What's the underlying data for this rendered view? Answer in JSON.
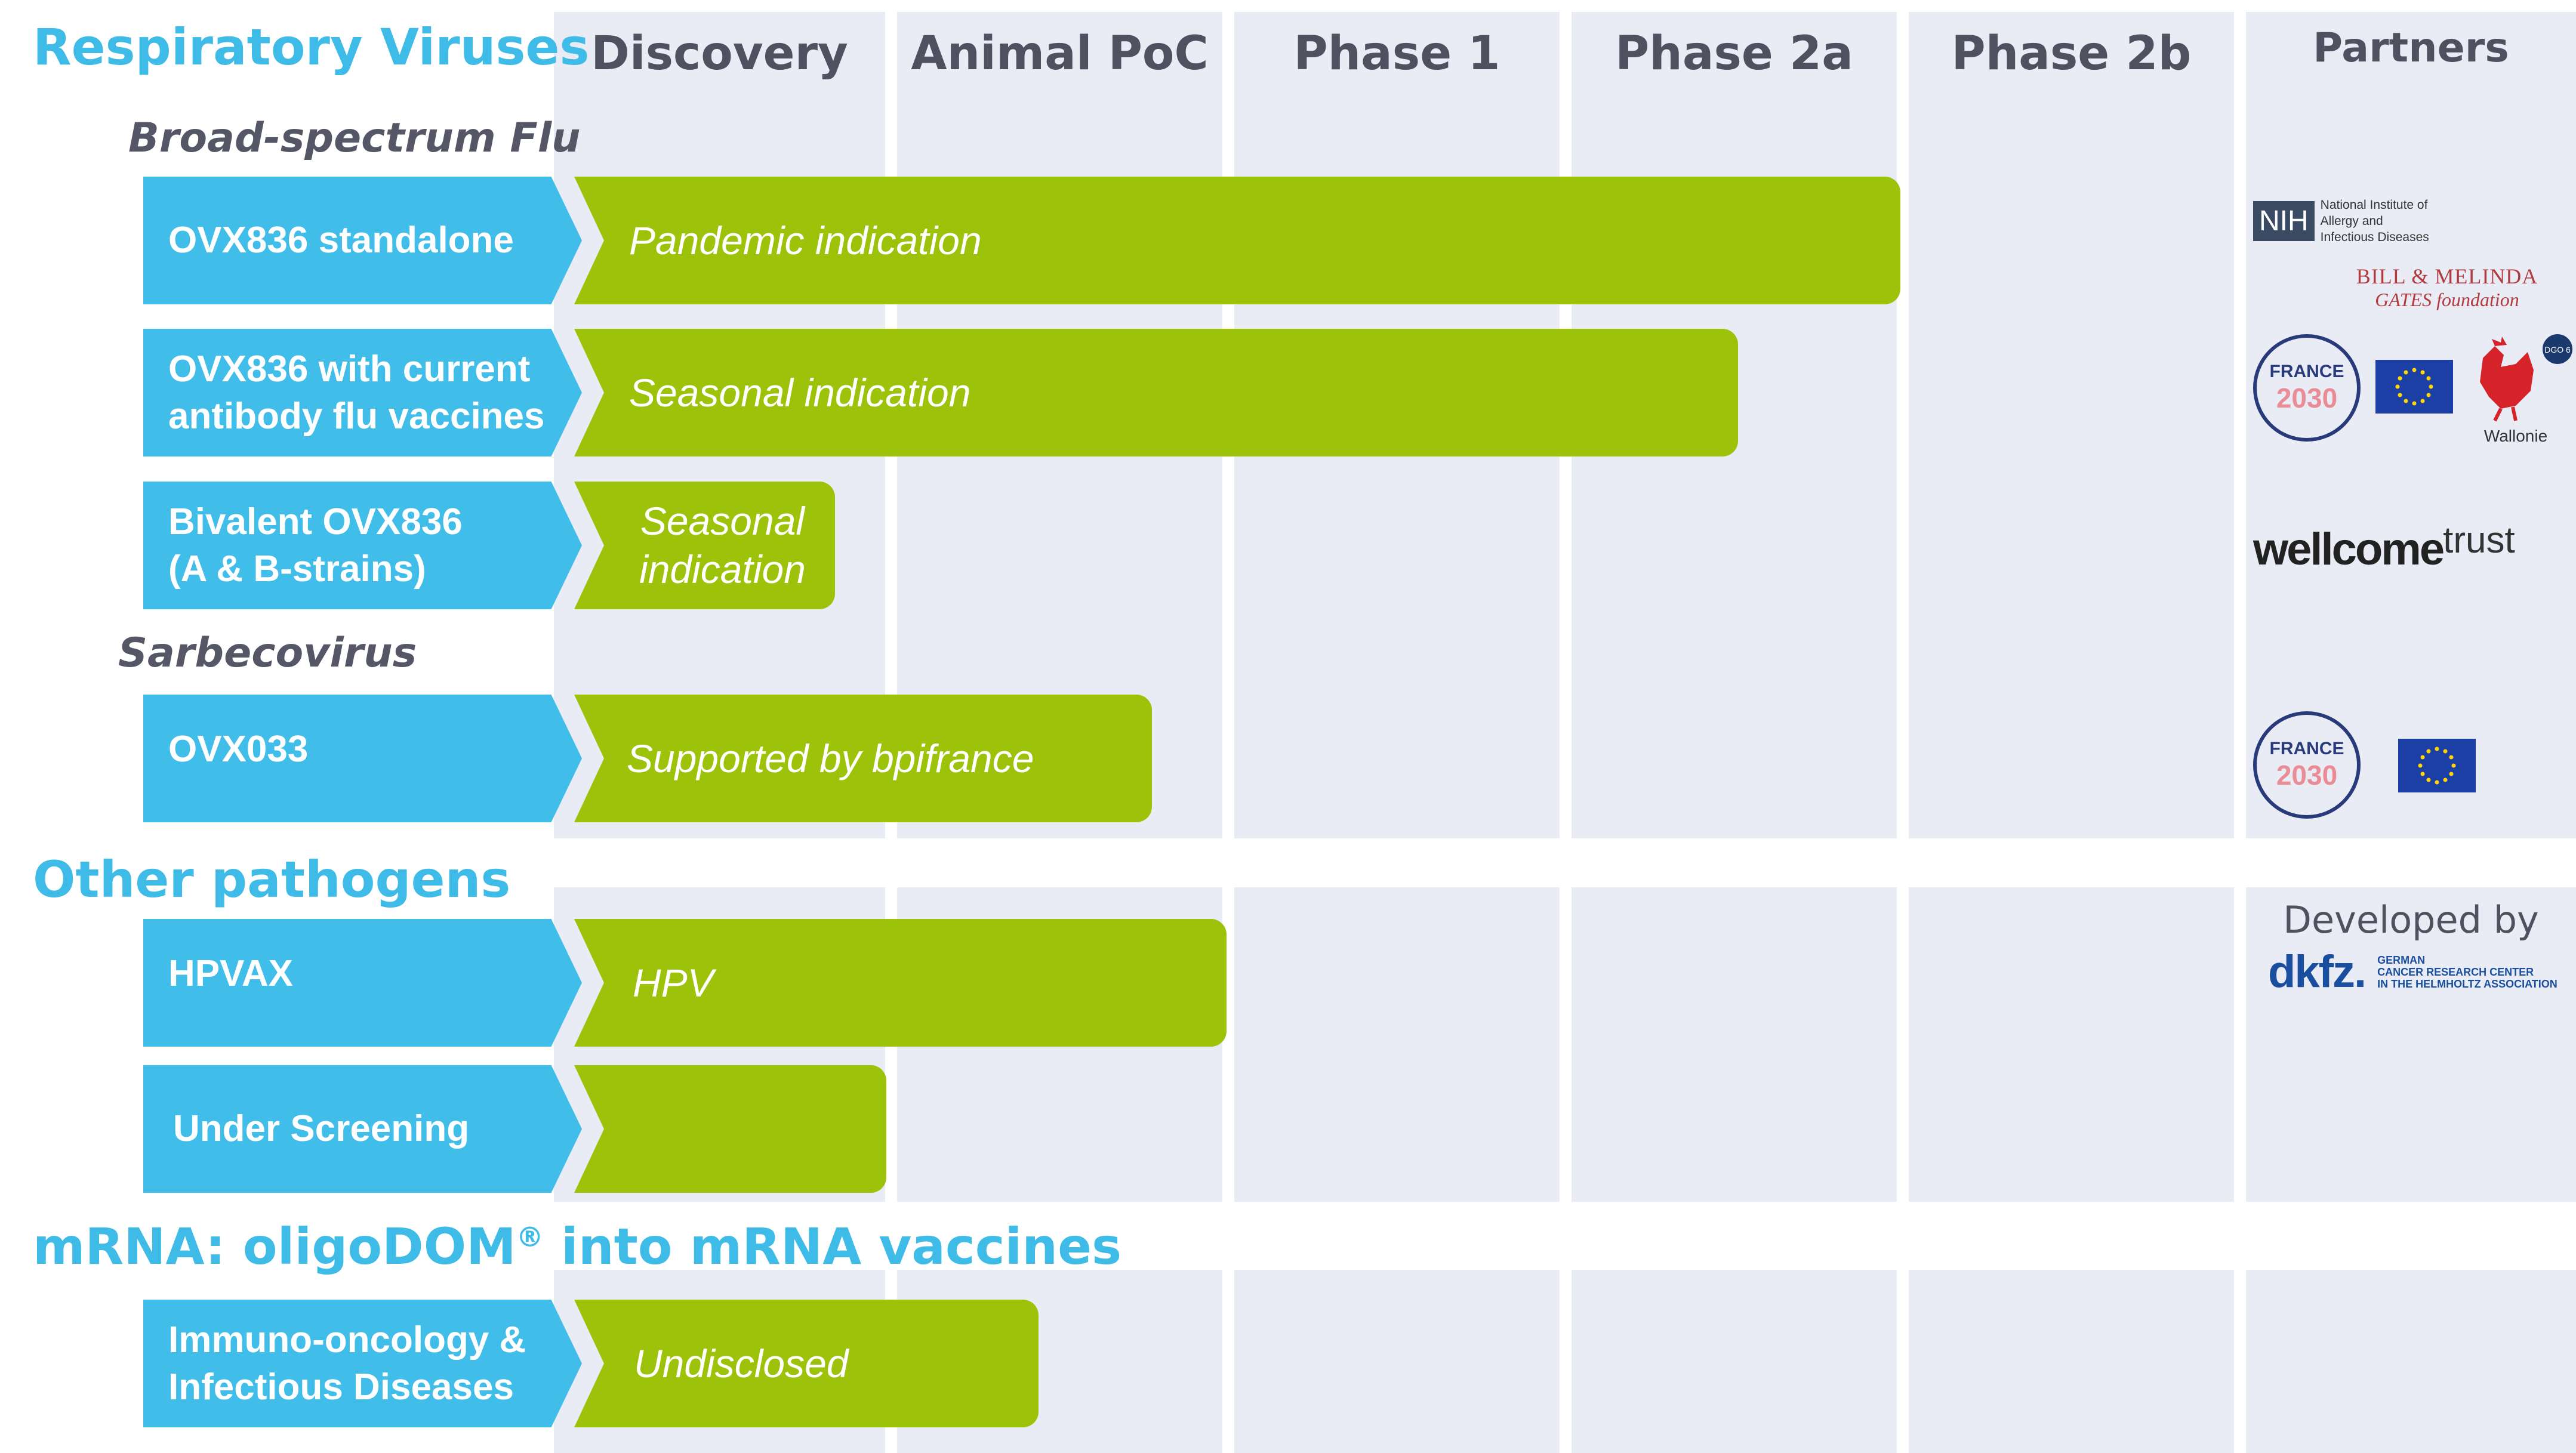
{
  "columns": [
    "Discovery",
    "Animal PoC",
    "Phase 1",
    "Phase 2a",
    "Phase 2b",
    "Partners"
  ],
  "sections": {
    "respiratory": "Respiratory Viruses",
    "other": "Other pathogens",
    "mrna": "mRNA: oligoDOM",
    "mrna_reg": "®",
    "mrna_rest": " into mRNA vaccines"
  },
  "subsections": {
    "flu": "Broad-spectrum Flu",
    "sarbeco": "Sarbecovirus"
  },
  "programs": [
    {
      "line1": "OVX836 standalone",
      "line2": "",
      "bar": "Pandemic indication",
      "bar2": "",
      "progress_stage": "Phase 2a"
    },
    {
      "line1": "OVX836 with current",
      "line2": "antibody flu vaccines",
      "bar": "Seasonal indication",
      "bar2": "",
      "progress_stage": "Phase 2a (partial)"
    },
    {
      "line1": "Bivalent OVX836",
      "line2": "(A & B-strains)",
      "bar": "Seasonal",
      "bar2": "indication",
      "progress_stage": "Discovery"
    },
    {
      "line1": "OVX033",
      "line2": "",
      "bar": "Supported by bpifrance",
      "bar2": "",
      "progress_stage": "Animal PoC"
    },
    {
      "line1": "HPVAX",
      "line2": "",
      "bar": "HPV",
      "bar2": "",
      "progress_stage": "Animal PoC"
    },
    {
      "line1": "Under Screening",
      "line2": "",
      "bar": "",
      "bar2": "",
      "progress_stage": "Discovery"
    },
    {
      "line1": "Immuno-oncology &",
      "line2": "Infectious Diseases",
      "bar": "Undisclosed",
      "bar2": "",
      "progress_stage": "Animal PoC (partial)"
    }
  ],
  "partners": {
    "nih_abbr": "NIH",
    "nih_l1": "National Institute of",
    "nih_l2": "Allergy and",
    "nih_l3": "Infectious Diseases",
    "gates_l1": "BILL & MELINDA",
    "gates_l2": "GATES foundation",
    "france": "FRANCE",
    "france_year": "2030",
    "wallonie": "Wallonie",
    "dgo": "DGO 6",
    "wellcome": "wellcome",
    "trust": "trust",
    "developed_by": "Developed by",
    "dkfz": "dkfz.",
    "dkfz_l1": "GERMAN",
    "dkfz_l2": "CANCER RESEARCH CENTER",
    "dkfz_l3": "IN THE HELMHOLTZ ASSOCIATION"
  },
  "colors": {
    "accent_blue": "#40bde9",
    "bar_green": "#9dc20a",
    "column_bg": "#e9ecf5",
    "heading_gray": "#4f5160"
  }
}
